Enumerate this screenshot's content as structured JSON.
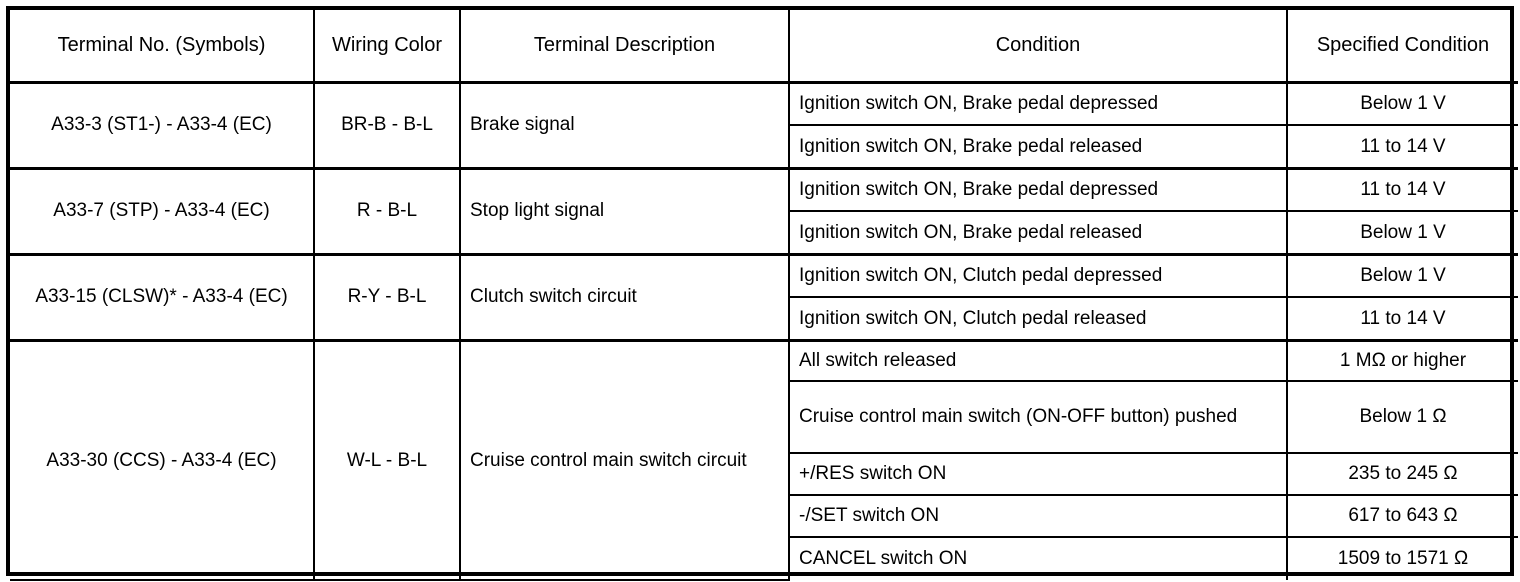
{
  "table": {
    "headers": [
      "Terminal No. (Symbols)",
      "Wiring Color",
      "Terminal Description",
      "Condition",
      "Specified Condition"
    ],
    "groups": [
      {
        "terminal": "A33-3 (ST1-) - A33-4 (EC)",
        "wiring_color": "BR-B - B-L",
        "description": "Brake signal",
        "rows": [
          {
            "condition": "Ignition switch ON, Brake pedal depressed",
            "specified": "Below 1 V"
          },
          {
            "condition": "Ignition switch ON, Brake pedal released",
            "specified": "11 to 14 V"
          }
        ]
      },
      {
        "terminal": "A33-7 (STP) - A33-4 (EC)",
        "wiring_color": "R - B-L",
        "description": "Stop light signal",
        "rows": [
          {
            "condition": "Ignition switch ON, Brake pedal depressed",
            "specified": "11 to 14 V"
          },
          {
            "condition": "Ignition switch ON, Brake pedal released",
            "specified": "Below 1 V"
          }
        ]
      },
      {
        "terminal": "A33-15 (CLSW)* - A33-4 (EC)",
        "wiring_color": "R-Y - B-L",
        "description": "Clutch switch circuit",
        "rows": [
          {
            "condition": "Ignition switch ON, Clutch pedal depressed",
            "specified": "Below 1 V"
          },
          {
            "condition": "Ignition switch ON, Clutch pedal released",
            "specified": "11 to 14 V"
          }
        ]
      },
      {
        "terminal": "A33-30 (CCS) - A33-4 (EC)",
        "wiring_color": "W-L - B-L",
        "description": "Cruise control main switch circuit",
        "rows": [
          {
            "condition": "All switch released",
            "specified": "1 MΩ or higher"
          },
          {
            "condition": "Cruise control main switch (ON-OFF button) pushed",
            "specified": "Below 1 Ω"
          },
          {
            "condition": "+/RES switch ON",
            "specified": "235 to 245 Ω"
          },
          {
            "condition": "-/SET switch ON",
            "specified": "617 to 643 Ω"
          },
          {
            "condition": "CANCEL switch ON",
            "specified": "1509 to 1571 Ω"
          }
        ]
      }
    ]
  }
}
